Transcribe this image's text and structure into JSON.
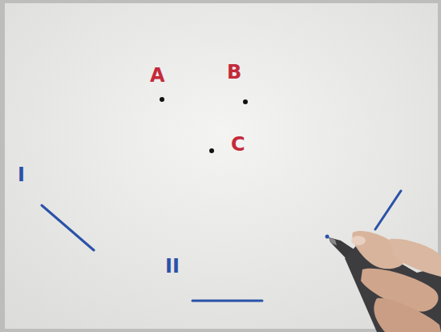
{
  "diagram": {
    "labels": [
      "A",
      "B",
      "C",
      "I",
      "II"
    ]
  }
}
